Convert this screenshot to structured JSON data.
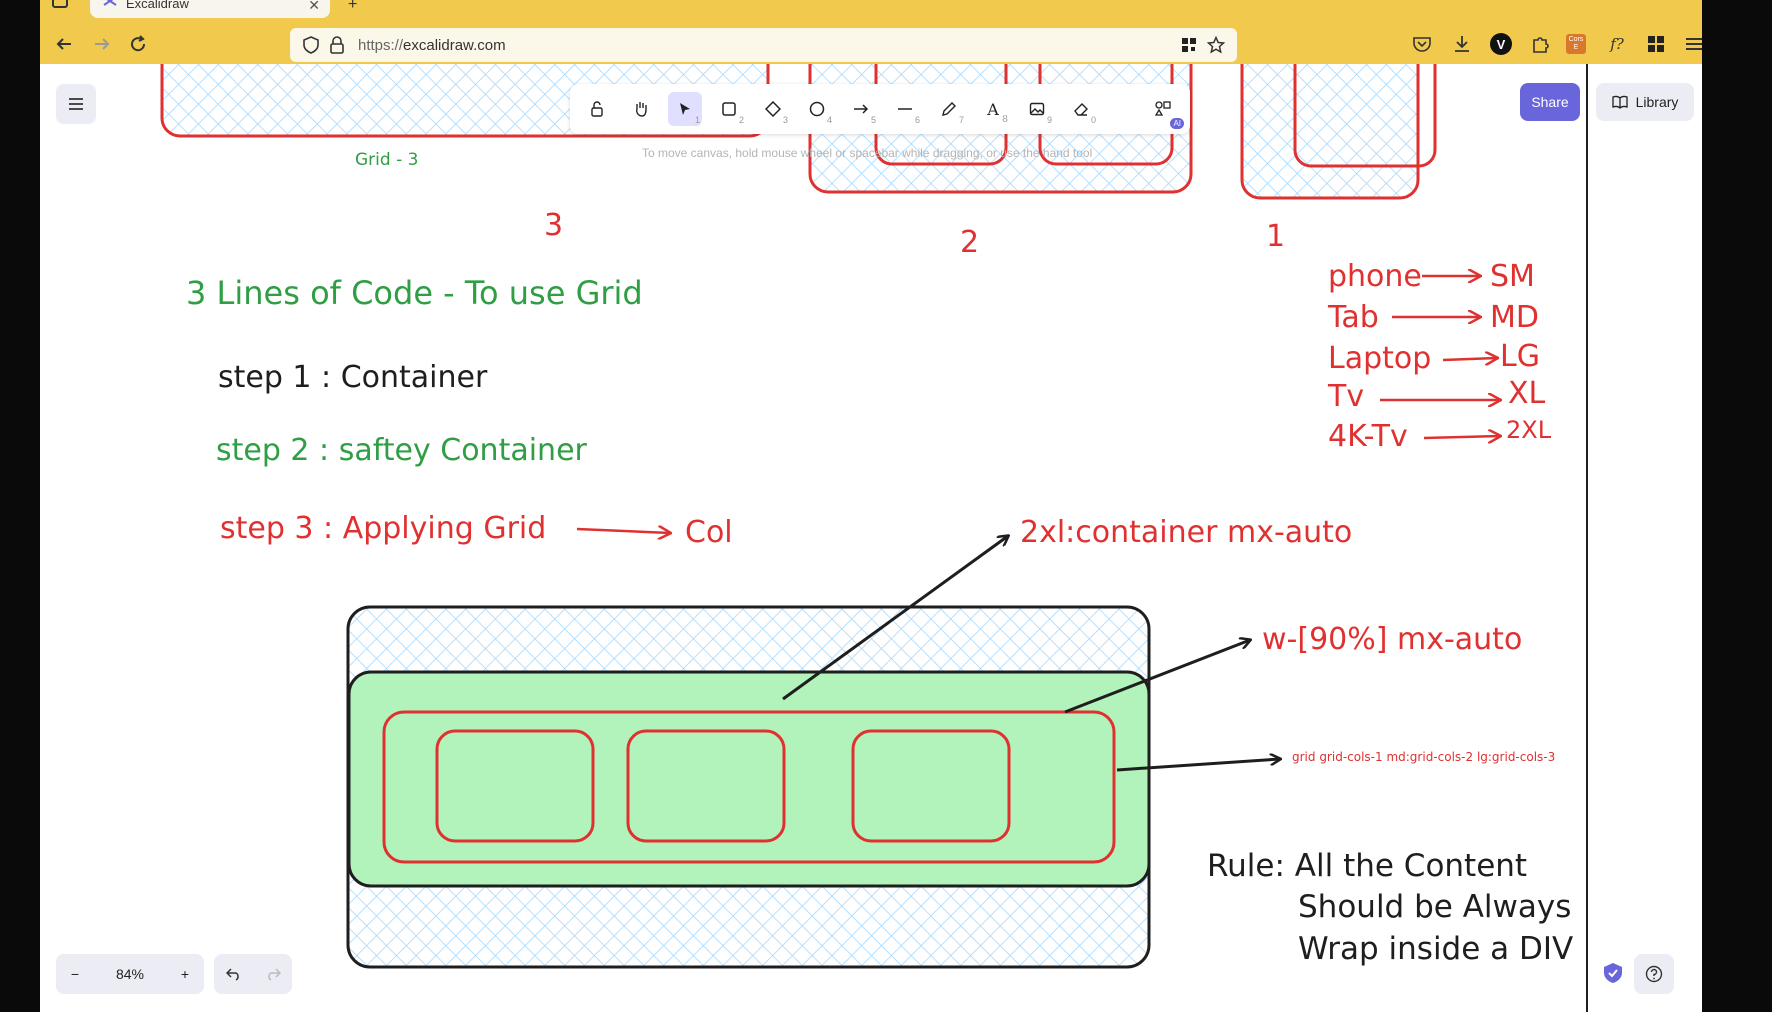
{
  "browser": {
    "tab_title": "Excalidraw",
    "url_prefix": "https://",
    "url_domain": "excalidraw.com",
    "icons": [
      "back-arrow-icon",
      "forward-arrow-icon",
      "reload-icon",
      "shield-icon",
      "lock-icon",
      "qr-code-icon",
      "star-icon",
      "pocket-icon",
      "download-icon",
      "extension-v-icon",
      "puzzle-icon",
      "cors-icon",
      "function-icon",
      "apps-icon",
      "menu-icon"
    ],
    "extension_v_label": "V",
    "cors_label": "Cors E",
    "function_label": "f?"
  },
  "app": {
    "toolbar": {
      "tools": [
        {
          "name": "lock",
          "key": ""
        },
        {
          "name": "hand",
          "key": ""
        },
        {
          "name": "selection",
          "key": "1"
        },
        {
          "name": "rectangle",
          "key": "2"
        },
        {
          "name": "diamond",
          "key": "3"
        },
        {
          "name": "ellipse",
          "key": "4"
        },
        {
          "name": "arrow",
          "key": "5"
        },
        {
          "name": "line",
          "key": "6"
        },
        {
          "name": "draw",
          "key": "7"
        },
        {
          "name": "text",
          "key": "8"
        },
        {
          "name": "image",
          "key": "9"
        },
        {
          "name": "eraser",
          "key": "0"
        },
        {
          "name": "more-tools",
          "key": "AI"
        }
      ],
      "hint": "To move canvas, hold mouse wheel or spacebar while dragging, or use the hand tool"
    },
    "share_label": "Share",
    "library_label": "Library",
    "zoom_label": "84%",
    "zoom_out": "−",
    "zoom_in": "+"
  },
  "canvas": {
    "grid_3_label": "Grid - 3",
    "number_3": "3",
    "number_2": "2",
    "number_1": "1",
    "heading": "3 Lines of Code - To use Grid",
    "step1": "step 1 : Container",
    "step2": "step 2 : saftey Container",
    "step3": "step 3 : Applying Grid",
    "col": "Col",
    "breakpoints": [
      {
        "device": "phone",
        "size": "SM"
      },
      {
        "device": "Tab",
        "size": "MD"
      },
      {
        "device": "Laptop",
        "size": "LG"
      },
      {
        "device": "Tv",
        "size": "XL"
      },
      {
        "device": "4K-Tv",
        "size": "2XL"
      }
    ],
    "container_label": "2xl:container mx-auto",
    "width_label": "w-[90%] mx-auto",
    "grid_label": "grid grid-cols-1 md:grid-cols-2 lg:grid-cols-3",
    "rule_line1": "Rule: All the Content",
    "rule_line2": "Should be Always",
    "rule_line3": "Wrap inside a DIV"
  },
  "colors": {
    "accent": "#6965db",
    "red_ink": "#e03131",
    "green_ink": "#2f9e44",
    "black_ink": "#1e1e1e",
    "green_fill": "#b2f2bb",
    "hatch_blue": "#a5d8ff",
    "browser_chrome": "#f1c94c"
  }
}
